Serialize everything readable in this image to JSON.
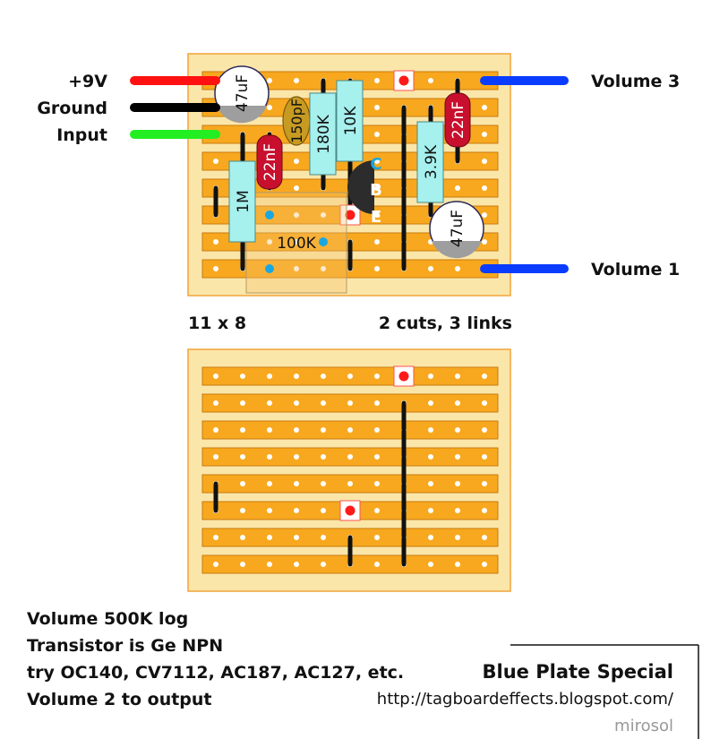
{
  "wire_labels": {
    "pos9v": "+9V",
    "ground": "Ground",
    "input": "Input",
    "volume3": "Volume 3",
    "volume1": "Volume 1"
  },
  "board_info": {
    "size": "11 x 8",
    "cuts_links": "2 cuts, 3 links"
  },
  "components": {
    "cap_47uF_a": "47uF",
    "cap_150pF": "150pF",
    "res_180K": "180K",
    "res_10K": "10K",
    "cap_22nF_a": "22nF",
    "res_1M": "1M",
    "res_3_9K": "3.9K",
    "cap_22nF_b": "22nF",
    "cap_47uF_b": "47uF",
    "pot_100K": "100K",
    "transistor_c": "C",
    "transistor_b": "B",
    "transistor_e": "E"
  },
  "notes": [
    "Volume 500K log",
    "Transistor is Ge NPN",
    "try OC140, CV7112, AC187, AC127, etc.",
    "Volume 2 to output"
  ],
  "footer": {
    "title": "Blue Plate Special",
    "url": "http://tagboardeffects.blogspot.com/",
    "author": "mirosol"
  },
  "colors": {
    "board": "#fbe6a9",
    "strip": "#f8a81e",
    "hole": "#ffffff",
    "wire_red": "#ff1111",
    "wire_black": "#000000",
    "wire_green": "#22ee22",
    "wire_blue": "#0a3cff",
    "resistor": "#a6f0ee",
    "film_cap": "#c8102e",
    "ceramic_cap": "#c79a22",
    "transistor": "#2c2c2c",
    "cut": "#ff1a1a",
    "pot_marker": "#1aa7e0"
  }
}
